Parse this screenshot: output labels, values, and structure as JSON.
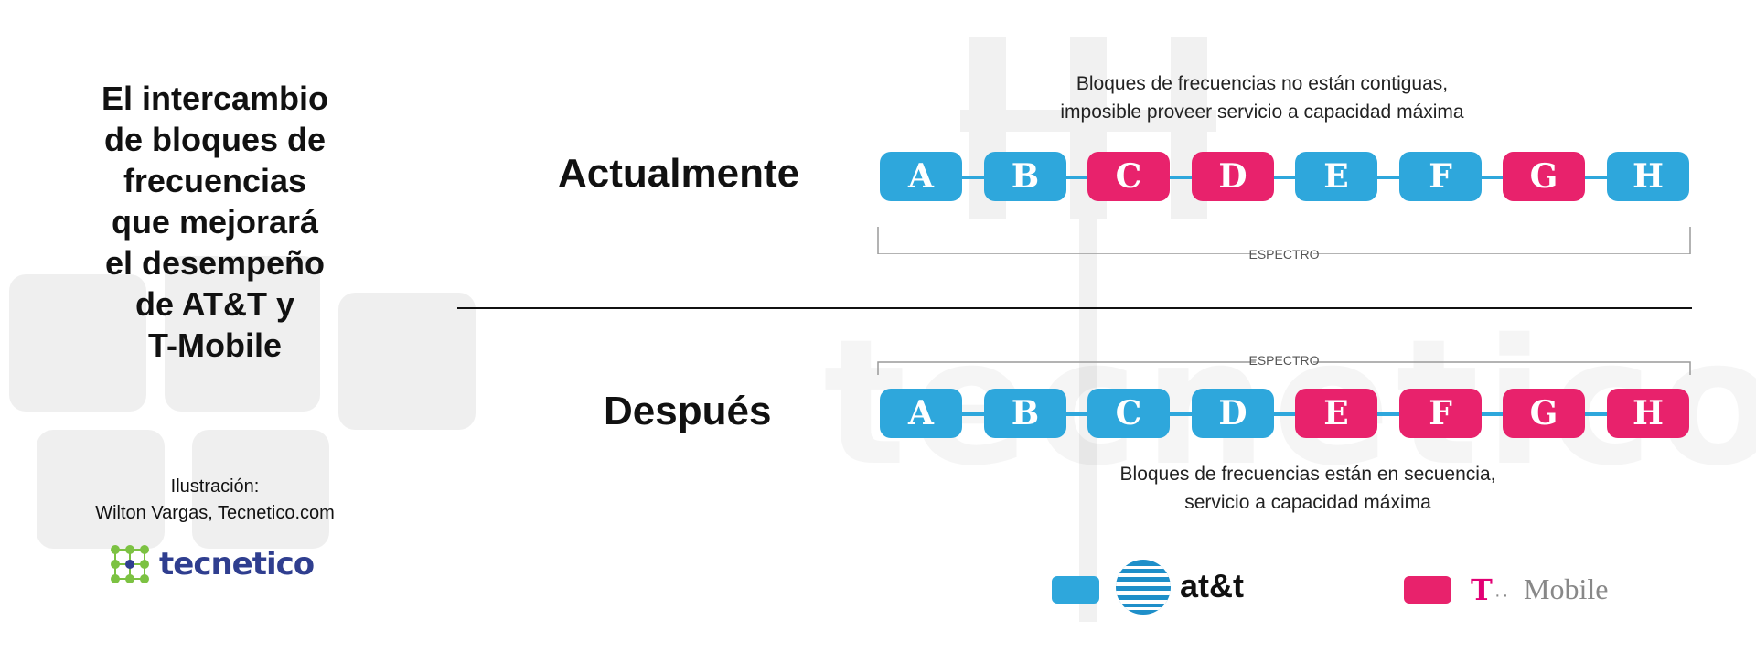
{
  "title": "El intercambio de bloques de frecuencias que mejorará el desempeño de AT&T y T-Mobile",
  "title_lines": [
    "El intercambio",
    "de bloques de",
    "frecuencias",
    "que mejorará",
    "el desempeño",
    "de AT&T y",
    "T-Mobile"
  ],
  "credit": {
    "line1": "Ilustración:",
    "line2": "Wilton Vargas, Tecnetico.com"
  },
  "logo": {
    "text": "tecnetico"
  },
  "watermark": {
    "text": "tecnetico"
  },
  "colors": {
    "att": "#2ea7dc",
    "tmobile": "#e8226c",
    "tmobile_brand": "#e20074"
  },
  "current": {
    "label": "Actualmente",
    "caption_line1": "Bloques de frecuencias no están contiguas,",
    "caption_line2": "imposible proveer servicio a capacidad máxima",
    "spectrum_label": "ESPECTRO",
    "blocks": [
      {
        "letter": "A",
        "owner": "att"
      },
      {
        "letter": "B",
        "owner": "att"
      },
      {
        "letter": "C",
        "owner": "tmobile"
      },
      {
        "letter": "D",
        "owner": "tmobile"
      },
      {
        "letter": "E",
        "owner": "att"
      },
      {
        "letter": "F",
        "owner": "att"
      },
      {
        "letter": "G",
        "owner": "tmobile"
      },
      {
        "letter": "H",
        "owner": "att"
      }
    ]
  },
  "after": {
    "label": "Después",
    "caption_line1": "Bloques de frecuencias están en secuencia,",
    "caption_line2": "servicio a capacidad máxima",
    "spectrum_label": "ESPECTRO",
    "blocks": [
      {
        "letter": "A",
        "owner": "att"
      },
      {
        "letter": "B",
        "owner": "att"
      },
      {
        "letter": "C",
        "owner": "att"
      },
      {
        "letter": "D",
        "owner": "att"
      },
      {
        "letter": "E",
        "owner": "tmobile"
      },
      {
        "letter": "F",
        "owner": "tmobile"
      },
      {
        "letter": "G",
        "owner": "tmobile"
      },
      {
        "letter": "H",
        "owner": "tmobile"
      }
    ]
  },
  "legend": {
    "att_label": "at&t",
    "tmobile_t": "T",
    "tmobile_dots": "··",
    "tmobile_label": "Mobile"
  }
}
